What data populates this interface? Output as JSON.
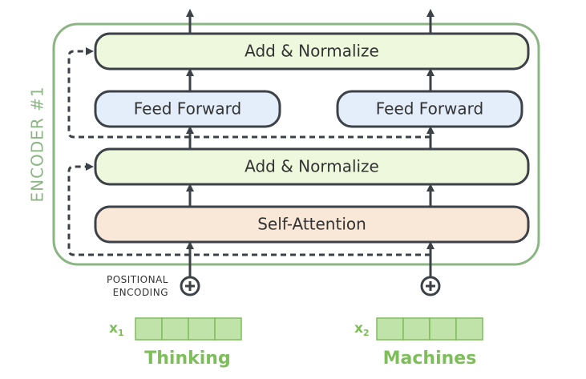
{
  "encoder": {
    "label": "ENCODER #1",
    "colors": {
      "frame": "#8bb583",
      "add_norm_fill": "#eef8dc",
      "feed_forward_fill": "#e4eefa",
      "self_attention_fill": "#f9e7d8",
      "box_stroke": "#3c4247",
      "input_green": "#7dbe5a",
      "vector_fill": "#bfe3a9"
    }
  },
  "blocks": {
    "add_norm_top": "Add & Normalize",
    "feed_forward_left": "Feed Forward",
    "feed_forward_right": "Feed Forward",
    "add_norm_bottom": "Add & Normalize",
    "self_attention": "Self-Attention"
  },
  "positional_encoding": {
    "line1": "POSITIONAL",
    "line2": "ENCODING"
  },
  "inputs": [
    {
      "symbol": "x",
      "subscript": "1",
      "word": "Thinking",
      "vector_cells": 4
    },
    {
      "symbol": "x",
      "subscript": "2",
      "word": "Machines",
      "vector_cells": 4
    }
  ]
}
